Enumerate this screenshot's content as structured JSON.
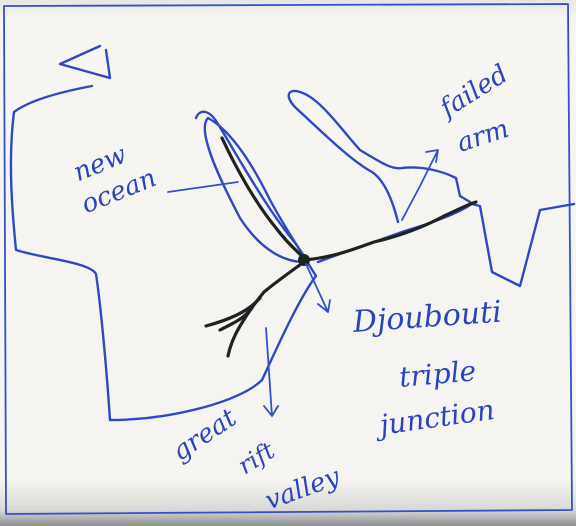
{
  "diagram": {
    "labels": {
      "new_ocean": [
        "new",
        "ocean"
      ],
      "failed_arm": [
        "failed",
        "arm"
      ],
      "triple_junction": [
        "Djoubouti",
        "triple",
        "junction"
      ],
      "great_rift_valley": [
        "great",
        "rift",
        "valley"
      ]
    },
    "colors": {
      "ink_blue": "#2e49c2",
      "ink_black": "#1e2220",
      "paper": "#f4f1ec"
    }
  }
}
